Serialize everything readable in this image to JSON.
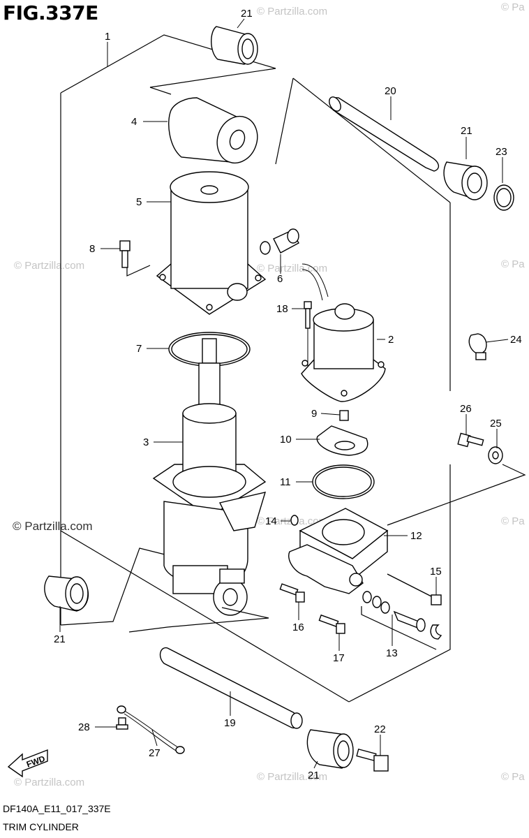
{
  "figure_title": "FIG.337E",
  "diagram_code": "DF140A_E11_017_337E",
  "diagram_name": "TRIM CYLINDER",
  "watermark": "© Partzilla.com",
  "watermark_short": "© Pa",
  "fwd_label": "FWD",
  "callouts": {
    "c1": "1",
    "c2": "2",
    "c3": "3",
    "c4": "4",
    "c5": "5",
    "c6": "6",
    "c7": "7",
    "c8": "8",
    "c9": "9",
    "c10": "10",
    "c11": "11",
    "c12": "12",
    "c13": "13",
    "c14": "14",
    "c15": "15",
    "c16": "16",
    "c17": "17",
    "c18": "18",
    "c19": "19",
    "c20": "20",
    "c21a": "21",
    "c21b": "21",
    "c21c": "21",
    "c21d": "21",
    "c22": "22",
    "c23": "23",
    "c24": "24",
    "c25": "25",
    "c26": "26",
    "c27": "27",
    "c28": "28"
  }
}
